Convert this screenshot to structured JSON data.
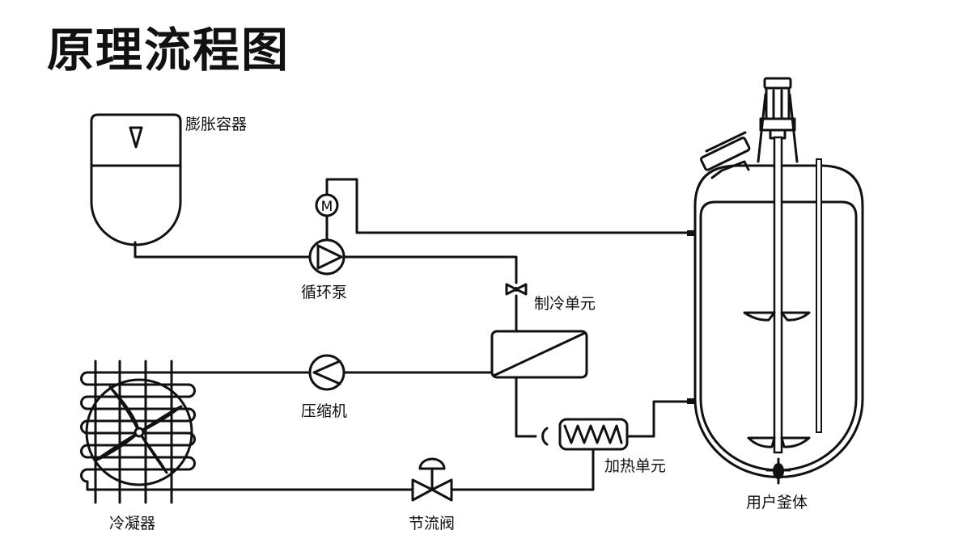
{
  "diagram": {
    "title": "原理流程图",
    "labels": {
      "expansion_tank": "膨胀容器",
      "circulation_pump": "循环泵",
      "refrigeration_unit": "制冷单元",
      "compressor": "压缩机",
      "condenser": "冷凝器",
      "throttle_valve": "节流阀",
      "heating_unit": "加热单元",
      "reactor": "用户釜体",
      "motor_symbol": "M"
    }
  }
}
